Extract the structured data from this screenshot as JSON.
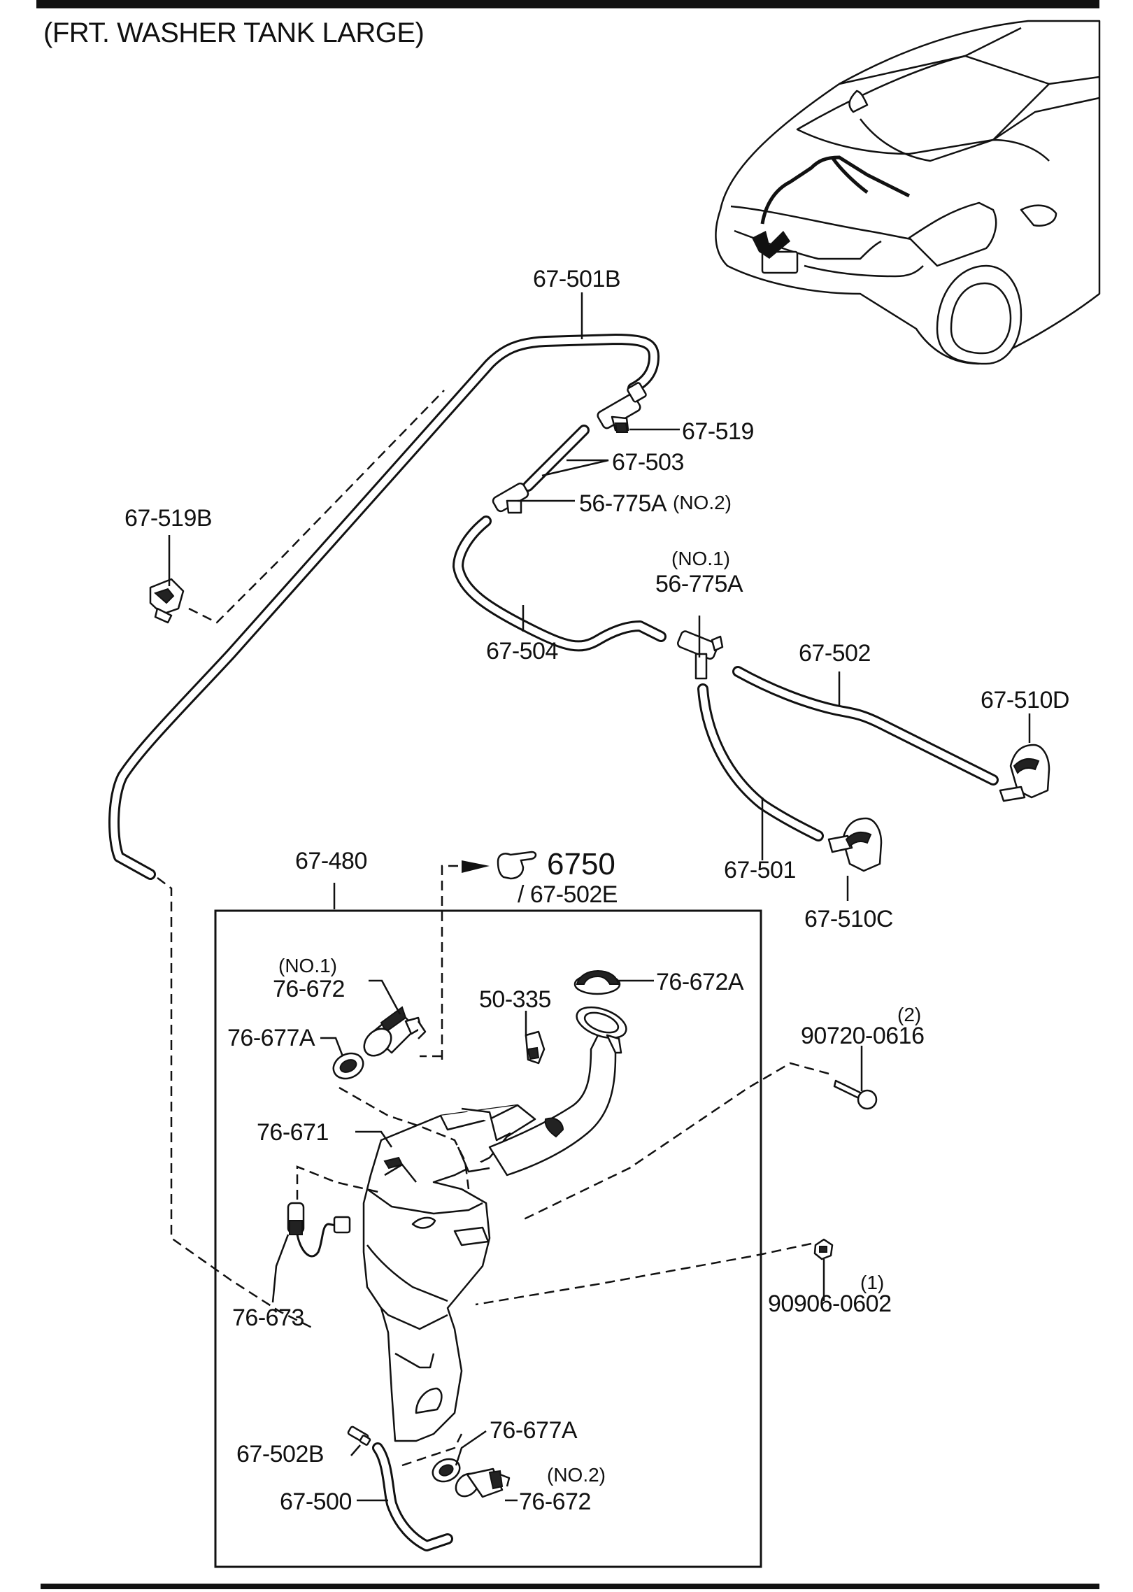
{
  "title": "(FRT. WASHER TANK LARGE)",
  "reference": {
    "page": "6750",
    "sub": "/ 67-502E"
  },
  "labels": {
    "l_67_501B": "67-501B",
    "l_67_519": "67-519",
    "l_67_503": "67-503",
    "l_56_775A_no2_part": "56-775A",
    "l_56_775A_no2_qual": "(NO.2)",
    "l_67_519B": "67-519B",
    "l_no1_a": "(NO.1)",
    "l_56_775A": "56-775A",
    "l_67_502": "67-502",
    "l_67_504": "67-504",
    "l_67_510D": "67-510D",
    "l_67_501": "67-501",
    "l_67_510C": "67-510C",
    "l_67_480": "67-480",
    "l_no1_b": "(NO.1)",
    "l_76_672_no1": "76-672",
    "l_76_672A": "76-672A",
    "l_50_335": "50-335",
    "l_2": "(2)",
    "l_90720_0616": "90720-0616",
    "l_76_677A_top": "76-677A",
    "l_76_671": "76-671",
    "l_76_673": "76-673",
    "l_1": "(1)",
    "l_90906_0602": "90906-0602",
    "l_76_677A_bottom": "76-677A",
    "l_67_502B": "67-502B",
    "l_no2": "(NO.2)",
    "l_67_500": "67-500",
    "l_76_672_no2": "76-672"
  },
  "colors": {
    "ink": "#111111",
    "paper": "#ffffff"
  },
  "icons": {
    "reference": "pointing-hand-icon"
  }
}
